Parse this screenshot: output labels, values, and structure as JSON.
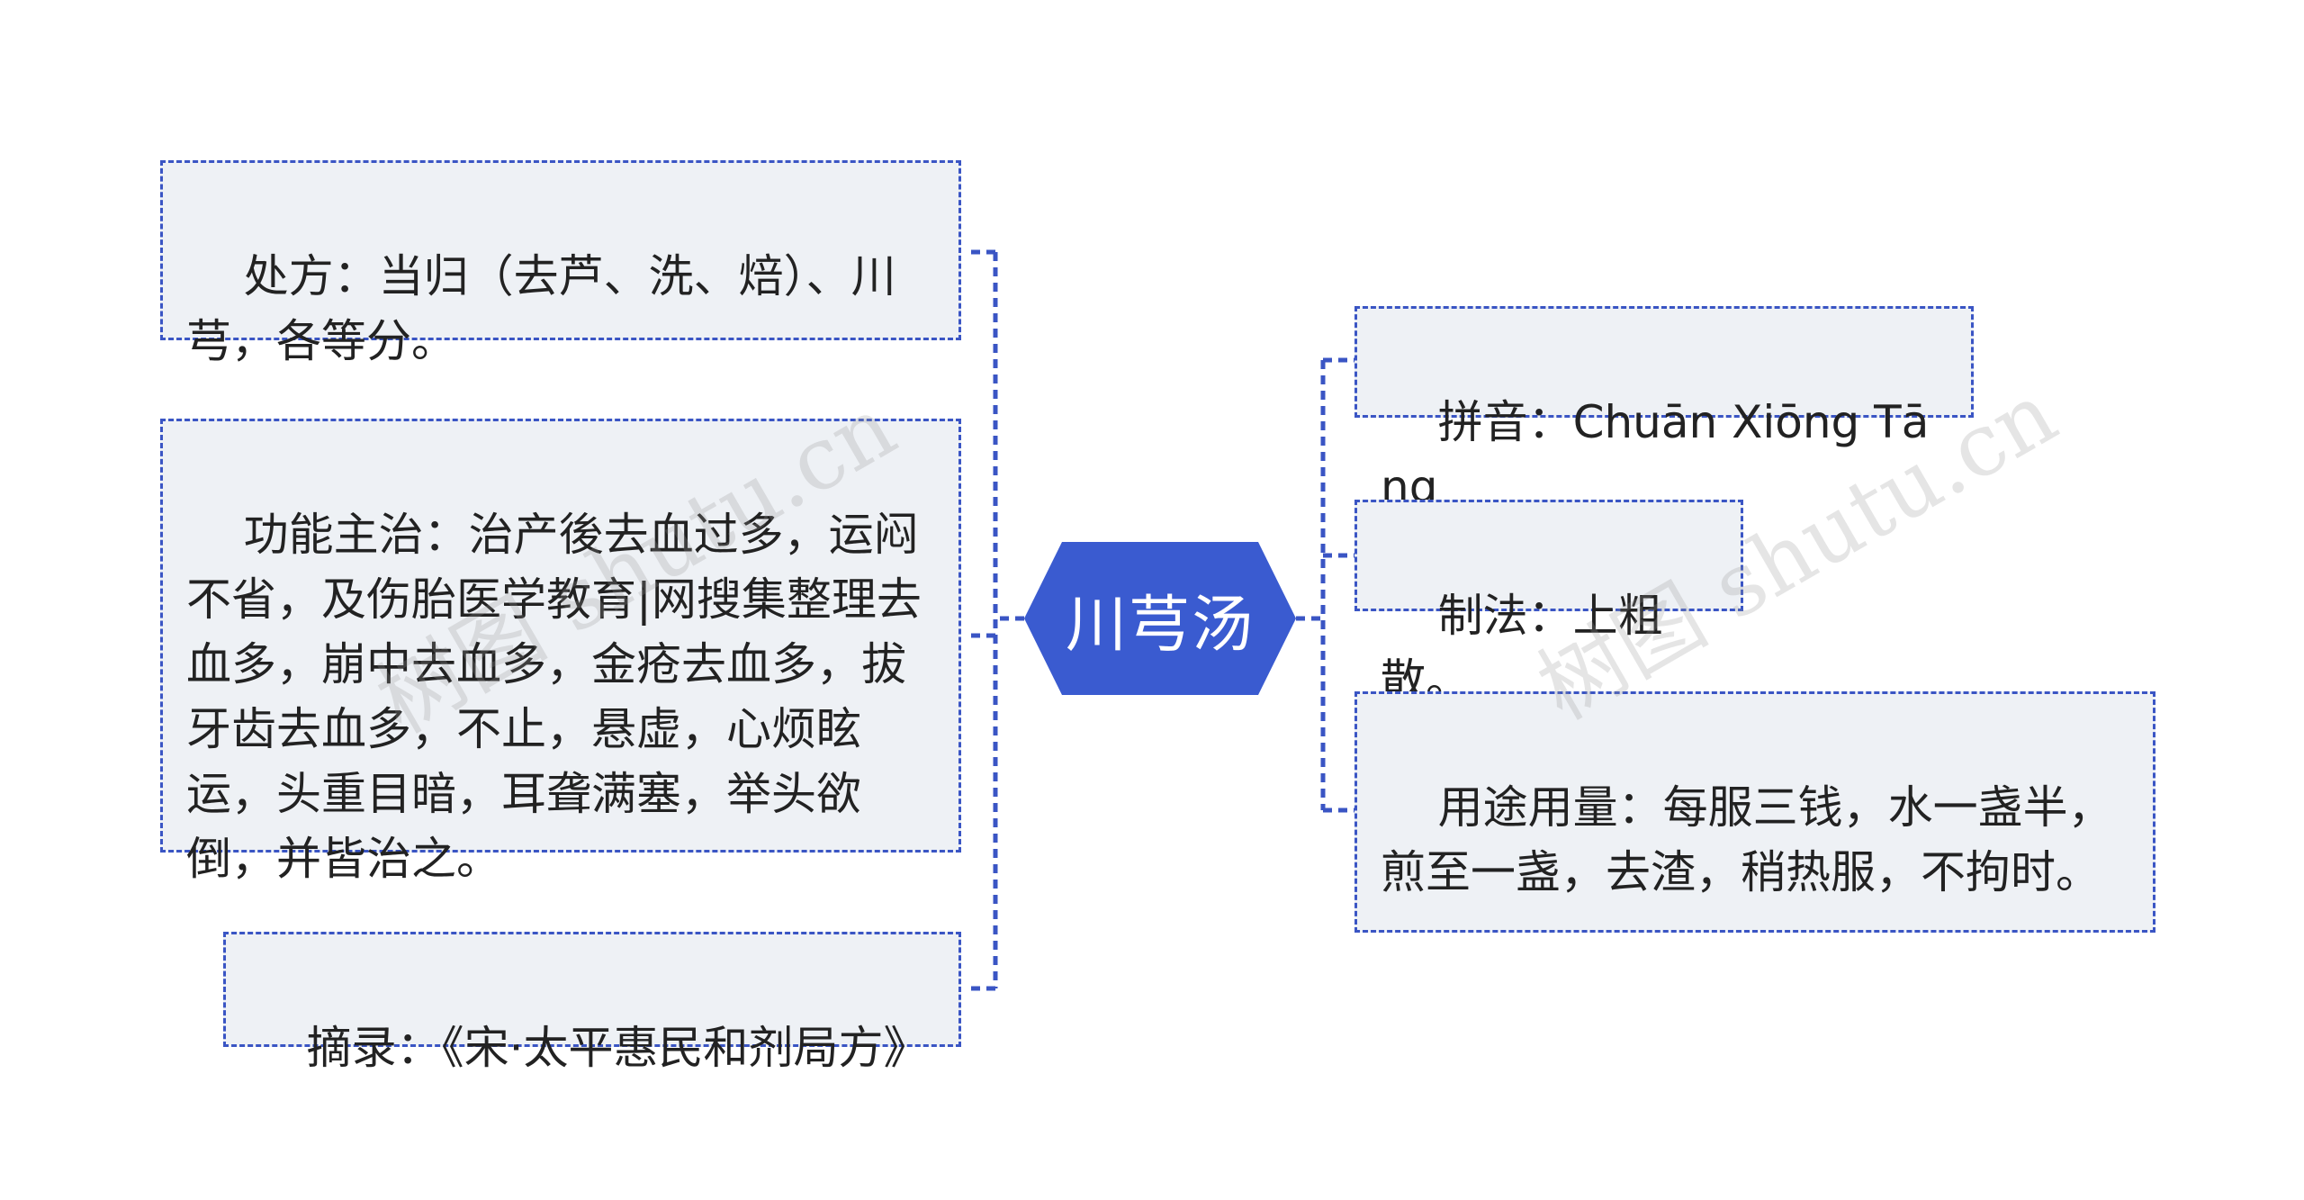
{
  "center": {
    "label": "川芎汤"
  },
  "left_nodes": [
    {
      "text": "处方：当归（去芦、洗、焙）、川芎，各等分。"
    },
    {
      "text": "功能主治：治产後去血过多，运闷不省，及伤胎医学教育|网搜集整理去血多，崩中去血多，金疮去血多，拔牙齿去血多，不止，悬虚，心烦眩运，头重目暗，耳聋满塞，举头欲倒，并皆治之。"
    },
    {
      "text": "摘录：《宋·太平惠民和剂局方》"
    }
  ],
  "right_nodes": [
    {
      "text": "拼音：Chuān Xiōng Tāng"
    },
    {
      "text": "制法：上粗散。"
    },
    {
      "text": "用途用量：每服三钱，水一盏半，煎至一盏，去渣，稍热服，不拘时。"
    }
  ],
  "watermark": "树图 shutu.cn",
  "colors": {
    "accent": "#3a55c4",
    "node_bg": "#eef1f5",
    "text": "#222222",
    "center_fill": "#3a5bd0"
  }
}
